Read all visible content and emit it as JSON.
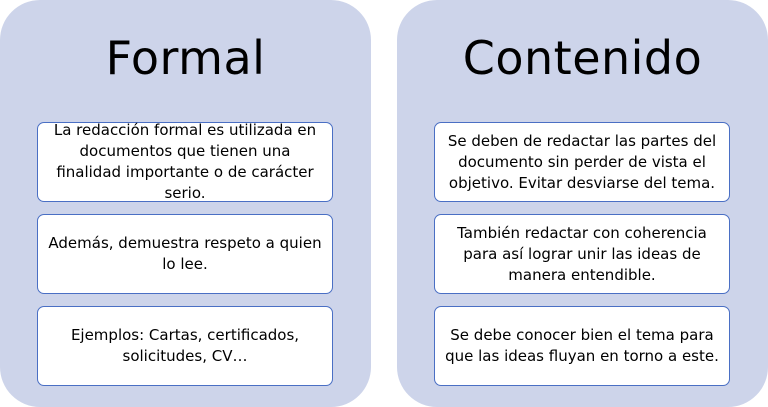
{
  "columns": [
    {
      "title": "Formal",
      "cards": [
        "La redacción formal es utilizada en documentos que tienen una finalidad importante o de carácter serio.",
        "Además, demuestra respeto a quien lo lee.",
        "Ejemplos: Cartas, certificados, solicitudes, CV…"
      ]
    },
    {
      "title": "Contenido",
      "cards": [
        "Se deben de redactar las partes del documento sin perder de vista el objetivo. Evitar desviarse del tema.",
        "También redactar con coherencia para así lograr unir las ideas de manera entendible.",
        "Se debe conocer bien el tema para que las ideas fluyan en torno a este."
      ]
    }
  ],
  "colors": {
    "panel_background": "#cdd4ea",
    "card_border": "#4a6fc4",
    "card_background": "#ffffff"
  }
}
